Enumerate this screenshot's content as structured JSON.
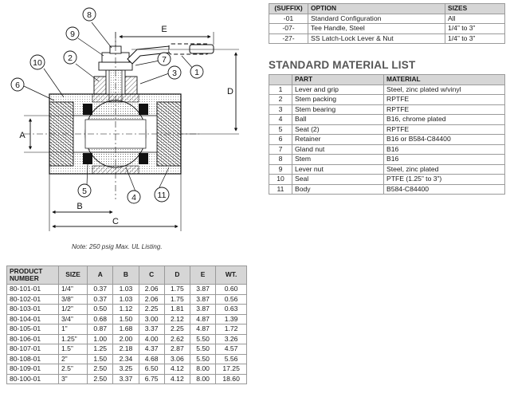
{
  "option_table": {
    "headers": [
      "(SUFFIX)",
      "OPTION",
      "SIZES"
    ],
    "rows": [
      [
        "-01",
        "Standard Configuration",
        "All"
      ],
      [
        "-07-",
        "Tee Handle, Steel",
        "1/4” to 3”"
      ],
      [
        "-27-",
        "SS Latch-Lock Lever & Nut",
        "1/4” to 3”"
      ]
    ]
  },
  "material_list": {
    "title": "STANDARD MATERIAL LIST",
    "headers": [
      "",
      "PART",
      "MATERIAL"
    ],
    "rows": [
      [
        "1",
        "Lever and grip",
        "Steel, zinc plated w/vinyl"
      ],
      [
        "2",
        "Stem packing",
        "RPTFE"
      ],
      [
        "3",
        "Stem bearing",
        "RPTFE"
      ],
      [
        "4",
        "Ball",
        "B16, chrome plated"
      ],
      [
        "5",
        "Seat (2)",
        "RPTFE"
      ],
      [
        "6",
        "Retainer",
        "B16 or B584-C84400"
      ],
      [
        "7",
        "Gland nut",
        "B16"
      ],
      [
        "8",
        "Stem",
        "B16"
      ],
      [
        "9",
        "Lever nut",
        "Steel, zinc plated"
      ],
      [
        "10",
        "Seal",
        "PTFE (1.25” to 3”)"
      ],
      [
        "11",
        "Body",
        "B584-C84400"
      ]
    ]
  },
  "drawing": {
    "callouts": [
      "1",
      "2",
      "3",
      "4",
      "5",
      "6",
      "7",
      "8",
      "9",
      "10",
      "11"
    ],
    "dimensions": [
      "A",
      "B",
      "C",
      "D",
      "E"
    ]
  },
  "note": "Note: 250 psig Max. UL Listing.",
  "product_table": {
    "headers": [
      "PRODUCT NUMBER",
      "SIZE",
      "A",
      "B",
      "C",
      "D",
      "E",
      "WT."
    ],
    "rows": [
      [
        "80-101-01",
        "1/4”",
        "0.37",
        "1.03",
        "2.06",
        "1.75",
        "3.87",
        "0.60"
      ],
      [
        "80-102-01",
        "3/8”",
        "0.37",
        "1.03",
        "2.06",
        "1.75",
        "3.87",
        "0.56"
      ],
      [
        "80-103-01",
        "1/2”",
        "0.50",
        "1.12",
        "2.25",
        "1.81",
        "3.87",
        "0.63"
      ],
      [
        "80-104-01",
        "3/4”",
        "0.68",
        "1.50",
        "3.00",
        "2.12",
        "4.87",
        "1.39"
      ],
      [
        "80-105-01",
        "1”",
        "0.87",
        "1.68",
        "3.37",
        "2.25",
        "4.87",
        "1.72"
      ],
      [
        "80-106-01",
        "1.25”",
        "1.00",
        "2.00",
        "4.00",
        "2.62",
        "5.50",
        "3.26"
      ],
      [
        "80-107-01",
        "1.5”",
        "1.25",
        "2.18",
        "4.37",
        "2.87",
        "5.50",
        "4.57"
      ],
      [
        "80-108-01",
        "2”",
        "1.50",
        "2.34",
        "4.68",
        "3.06",
        "5.50",
        "5.56"
      ],
      [
        "80-109-01",
        "2.5”",
        "2.50",
        "3.25",
        "6.50",
        "4.12",
        "8.00",
        "17.25"
      ],
      [
        "80-100-01",
        "3”",
        "2.50",
        "3.37",
        "6.75",
        "4.12",
        "8.00",
        "18.60"
      ]
    ]
  }
}
